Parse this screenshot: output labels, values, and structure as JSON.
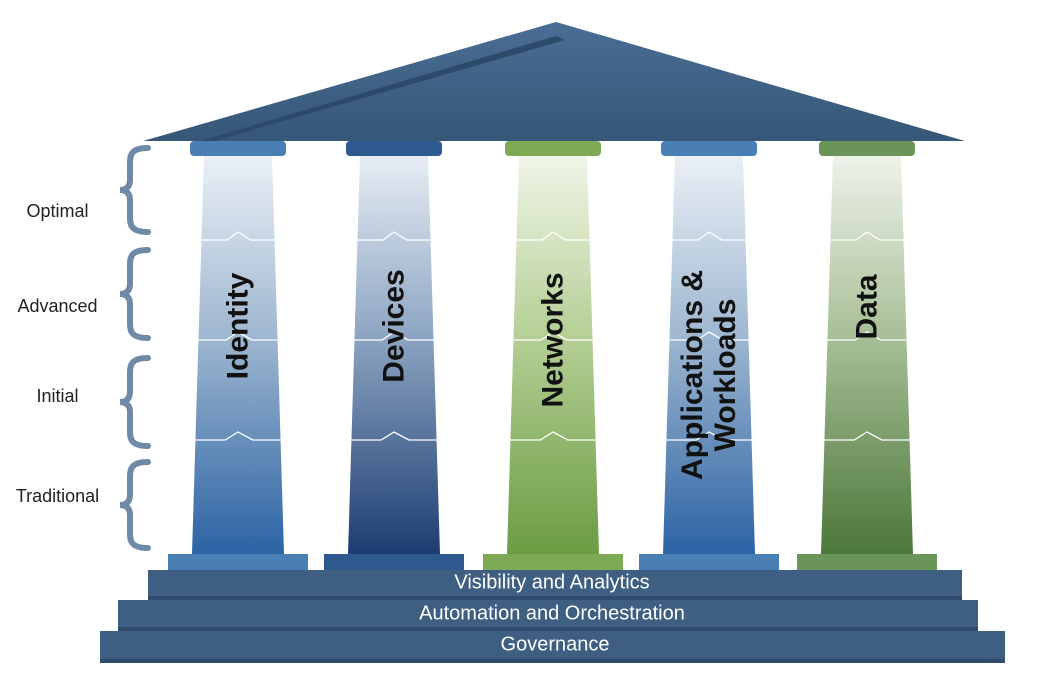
{
  "maturity_stages": [
    "Optimal",
    "Advanced",
    "Initial",
    "Traditional"
  ],
  "pillars": [
    {
      "key": "identity",
      "label_lines": [
        "Identity"
      ],
      "theme": "blue"
    },
    {
      "key": "devices",
      "label_lines": [
        "Devices"
      ],
      "theme": "navy"
    },
    {
      "key": "networks",
      "label_lines": [
        "Networks"
      ],
      "theme": "green"
    },
    {
      "key": "applications-workloads",
      "label_lines": [
        "Applications &",
        "Workloads"
      ],
      "theme": "blue"
    },
    {
      "key": "data",
      "label_lines": [
        "Data"
      ],
      "theme": "darkgreen"
    }
  ],
  "foundation_layers": [
    "Visibility and Analytics",
    "Automation and Orchestration",
    "Governance"
  ],
  "colors": {
    "roof": "#3e5f85",
    "roof_dark": "#2d4a6b",
    "bracket": "#6f8aa6",
    "step": "#3f5f82",
    "blue_top": "#e9eff5",
    "blue_bottom": "#2d62a3",
    "blue_cap": "#4a7fb5",
    "navy_top": "#e6ecf3",
    "navy_bottom": "#1e3e72",
    "navy_cap": "#2f5a8f",
    "green_top": "#eef4e6",
    "green_bottom": "#6e9e44",
    "green_cap": "#7faa55",
    "darkgreen_top": "#ecf1e8",
    "darkgreen_bottom": "#4f7a3d",
    "darkgreen_cap": "#6b9458"
  }
}
